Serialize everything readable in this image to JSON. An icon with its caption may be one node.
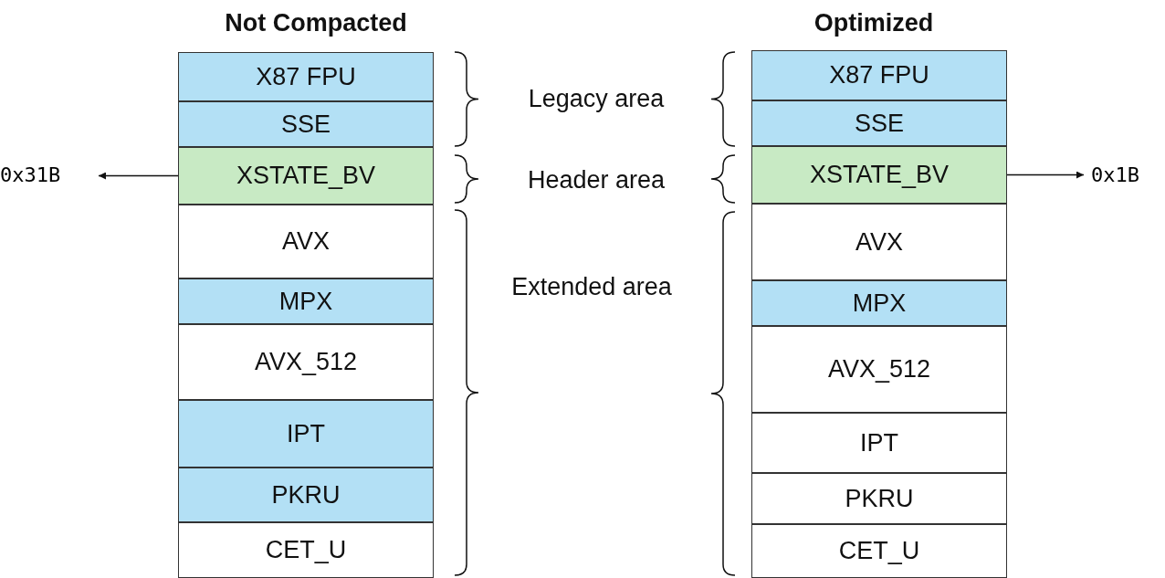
{
  "diagram": {
    "nodes": [
      {
        "text": [
          "X87 FPU"
        ]
      },
      {
        "text": [
          "SSE"
        ]
      },
      {
        "text": [
          "XSTATE_BV"
        ]
      },
      {
        "text": [
          "AVX"
        ]
      },
      {
        "text": [
          "MPX"
        ]
      },
      {
        "text": [
          "AVX_512"
        ]
      },
      {
        "text": [
          "IPT"
        ]
      },
      {
        "text": [
          "PKRU"
        ]
      },
      {
        "text": [
          "CET_U"
        ]
      },
      {
        "text": [
          "X87 FPU"
        ]
      },
      {
        "text": [
          "SSE"
        ]
      },
      {
        "text": [
          "XSTATE_BV"
        ]
      },
      {
        "text": [
          "AVX"
        ]
      },
      {
        "text": [
          "MPX"
        ]
      },
      {
        "text": [
          "AVX_512"
        ]
      },
      {
        "text": [
          "IPT"
        ]
      },
      {
        "text": [
          "PKRU"
        ]
      },
      {
        "text": [
          "CET_U"
        ]
      },
      {
        "text": [
          "0x31B"
        ]
      },
      {
        "text": [
          "0x1B"
        ]
      }
    ],
    "edges": [
      {
        "from": 2,
        "to": 18,
        "arrow": "to"
      },
      {
        "from": 11,
        "to": 19,
        "arrow": "to"
      }
    ],
    "labels": [
      "Not Compacted",
      "Optimized",
      "Legacy area",
      "Header area",
      "Extended area"
    ]
  }
}
